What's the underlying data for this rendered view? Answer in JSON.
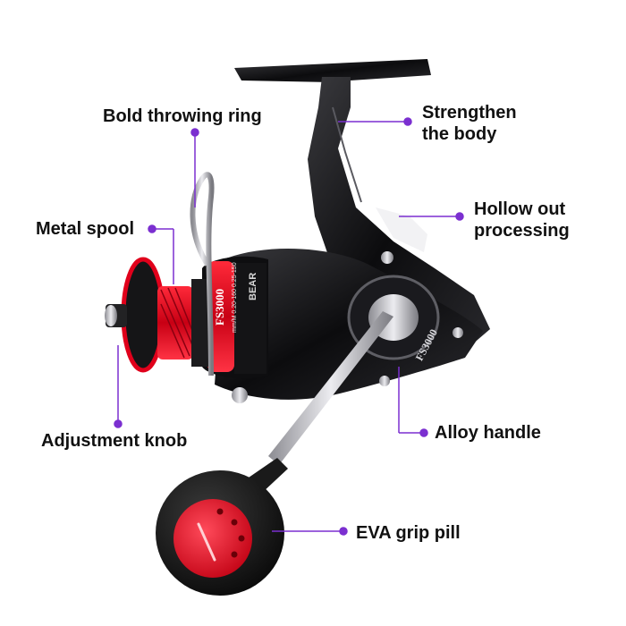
{
  "colors": {
    "accent_purple": "#7b2fd0",
    "reel_black": "#111111",
    "reel_red": "#e0001b",
    "metal_gray": "#c8c8cc"
  },
  "reel": {
    "model_rotor": "FS3000",
    "model_body": "FS3000",
    "spool_spec": "mm/M 0.20-160 0.25-150",
    "brand_mark": "BEAR"
  },
  "callouts": {
    "throwing_ring": "Bold throwing ring",
    "strengthen_line1": "Strengthen",
    "strengthen_line2": "the body",
    "metal_spool": "Metal spool",
    "hollow_line1": "Hollow out",
    "hollow_line2": "processing",
    "adjustment_knob": "Adjustment knob",
    "alloy_handle": "Alloy handle",
    "eva_grip": "EVA grip pill"
  }
}
